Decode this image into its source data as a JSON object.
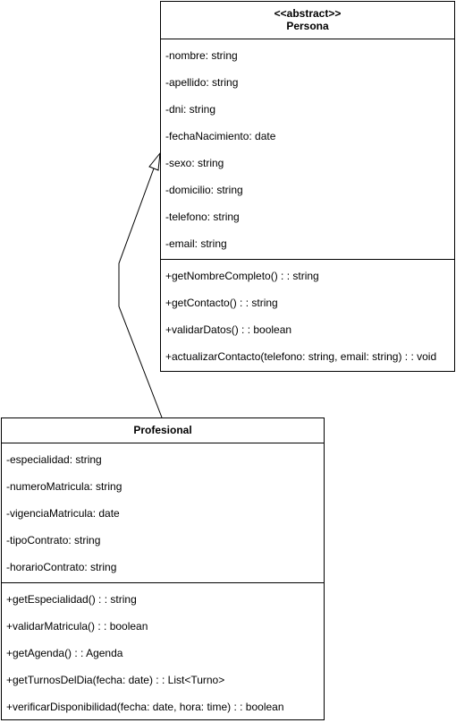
{
  "persona": {
    "stereotype": "<<abstract>>",
    "name": "Persona",
    "attributes": [
      "-nombre: string",
      "-apellido: string",
      "-dni: string",
      "-fechaNacimiento: date",
      "-sexo: string",
      "-domicilio: string",
      "-telefono: string",
      "-email: string"
    ],
    "operations": [
      "+getNombreCompleto() : : string",
      "+getContacto() : : string",
      "+validarDatos() : : boolean",
      "+actualizarContacto(telefono: string, email: string) : : void"
    ]
  },
  "profesional": {
    "name": "Profesional",
    "attributes": [
      "-especialidad: string",
      "-numeroMatricula: string",
      "-vigenciaMatricula: date",
      "-tipoContrato: string",
      "-horarioContrato: string"
    ],
    "operations": [
      "+getEspecialidad() : : string",
      "+validarMatricula() : : boolean",
      "+getAgenda() : : Agenda",
      "+getTurnosDelDia(fecha: date) : : List<Turno>",
      "+verificarDisponibilidad(fecha: date, hora: time) : : boolean"
    ]
  }
}
